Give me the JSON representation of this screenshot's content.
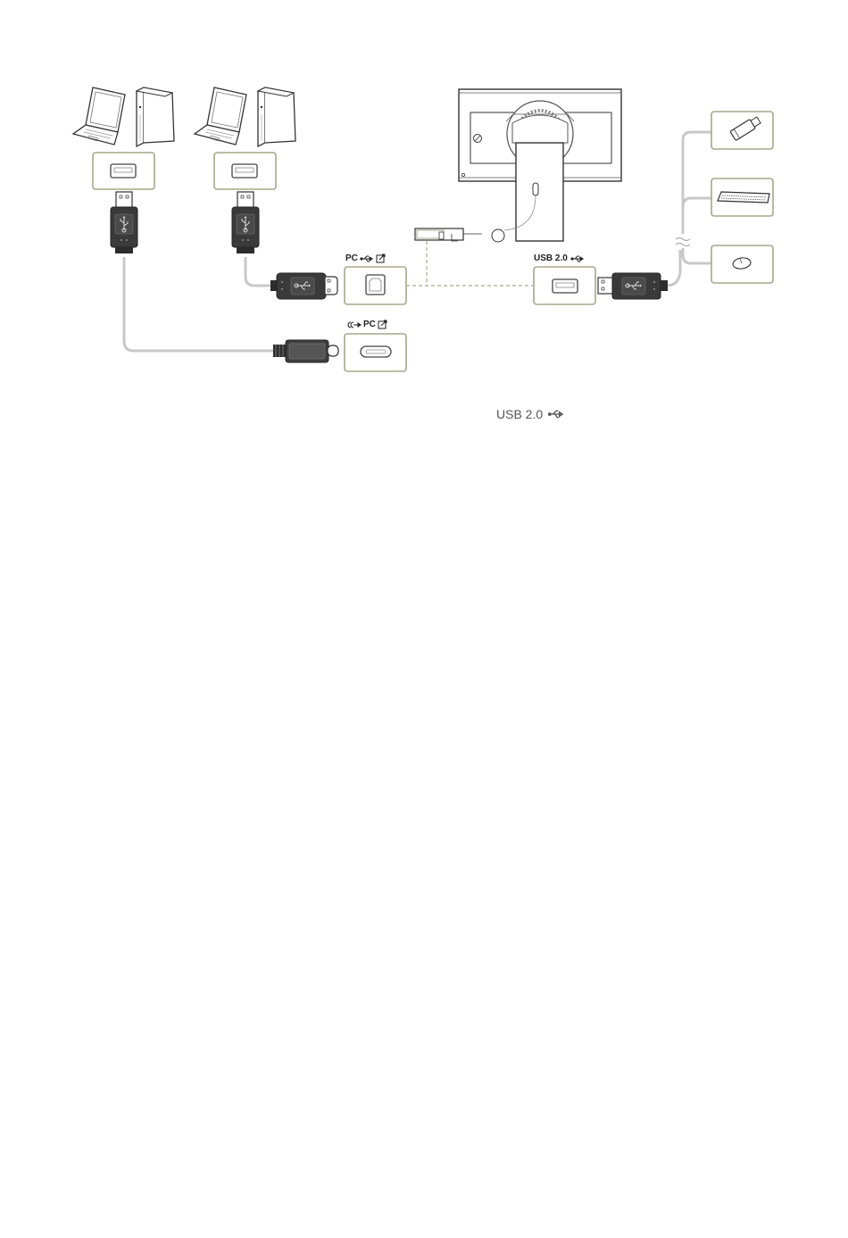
{
  "ports": {
    "pc_usb_b": {
      "text": "PC",
      "icons": [
        "usb-icon",
        "upstream-icon"
      ]
    },
    "pc_usb_c": {
      "text": "PC",
      "icons": [
        "usb-c-icon",
        "upstream-icon"
      ]
    },
    "usb_hub": {
      "text": "USB 2.0",
      "icons": [
        "usb-icon"
      ]
    }
  },
  "caption": {
    "text": "USB 2.0",
    "icons": [
      "usb-icon"
    ]
  },
  "colors": {
    "frame": "#a7a78c",
    "cable": "#c8c8c8",
    "plug": "#3a3a3a",
    "dashed": "#b7b79a"
  }
}
